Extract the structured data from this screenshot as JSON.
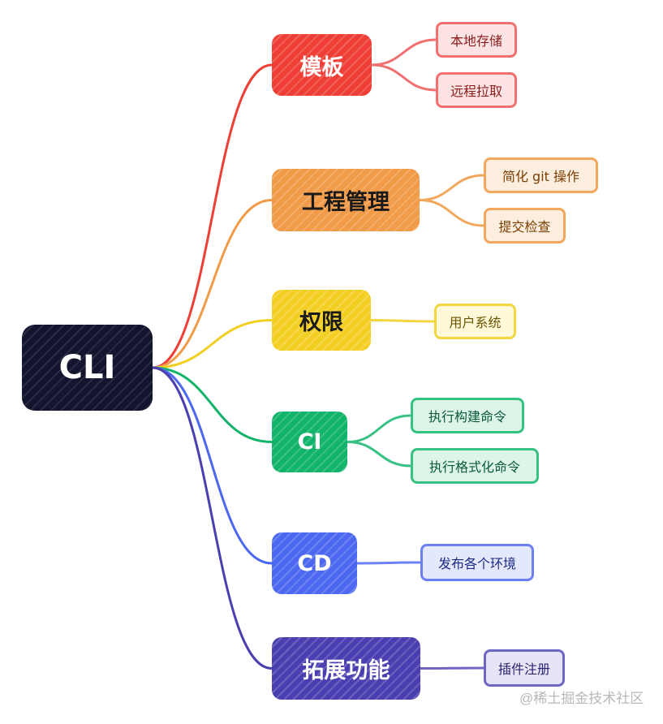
{
  "root": {
    "label": "CLI",
    "color": "#13142e"
  },
  "branches": [
    {
      "label": "模板",
      "color": "#ef3e36",
      "text_color": "#ffffff",
      "leaves": [
        {
          "label": "本地存储",
          "border": "#f07070",
          "fill": "#fde3e3",
          "text": "#8a1c1c"
        },
        {
          "label": "远程拉取",
          "border": "#f07070",
          "fill": "#fde3e3",
          "text": "#8a1c1c"
        }
      ]
    },
    {
      "label": "工程管理",
      "color": "#f19b48",
      "text_color": "#1a1a1a",
      "leaves": [
        {
          "label": "简化 git 操作",
          "border": "#f2a75c",
          "fill": "#fdeedf",
          "text": "#7a3e00"
        },
        {
          "label": "提交检查",
          "border": "#f2a75c",
          "fill": "#fdeedf",
          "text": "#7a3e00"
        }
      ]
    },
    {
      "label": "权限",
      "color": "#f3cf24",
      "text_color": "#1a1a1a",
      "leaves": [
        {
          "label": "用户系统",
          "border": "#f3d640",
          "fill": "#fff8d9",
          "text": "#6a5400"
        }
      ]
    },
    {
      "label": "CI",
      "color": "#11b46a",
      "text_color": "#ffffff",
      "leaves": [
        {
          "label": "执行构建命令",
          "border": "#37c283",
          "fill": "#dcf5e8",
          "text": "#0b5a35"
        },
        {
          "label": "执行格式化命令",
          "border": "#37c283",
          "fill": "#dcf5e8",
          "text": "#0b5a35"
        }
      ]
    },
    {
      "label": "CD",
      "color": "#4d68f0",
      "text_color": "#ffffff",
      "leaves": [
        {
          "label": "发布各个环境",
          "border": "#6b80f2",
          "fill": "#e3e8fd",
          "text": "#1c2a80"
        }
      ]
    },
    {
      "label": "拓展功能",
      "color": "#4a3fb0",
      "text_color": "#ffffff",
      "leaves": [
        {
          "label": "插件注册",
          "border": "#6f66c4",
          "fill": "#e7e4f7",
          "text": "#2a2470"
        }
      ]
    }
  ],
  "watermark": "@稀土掘金技术社区"
}
